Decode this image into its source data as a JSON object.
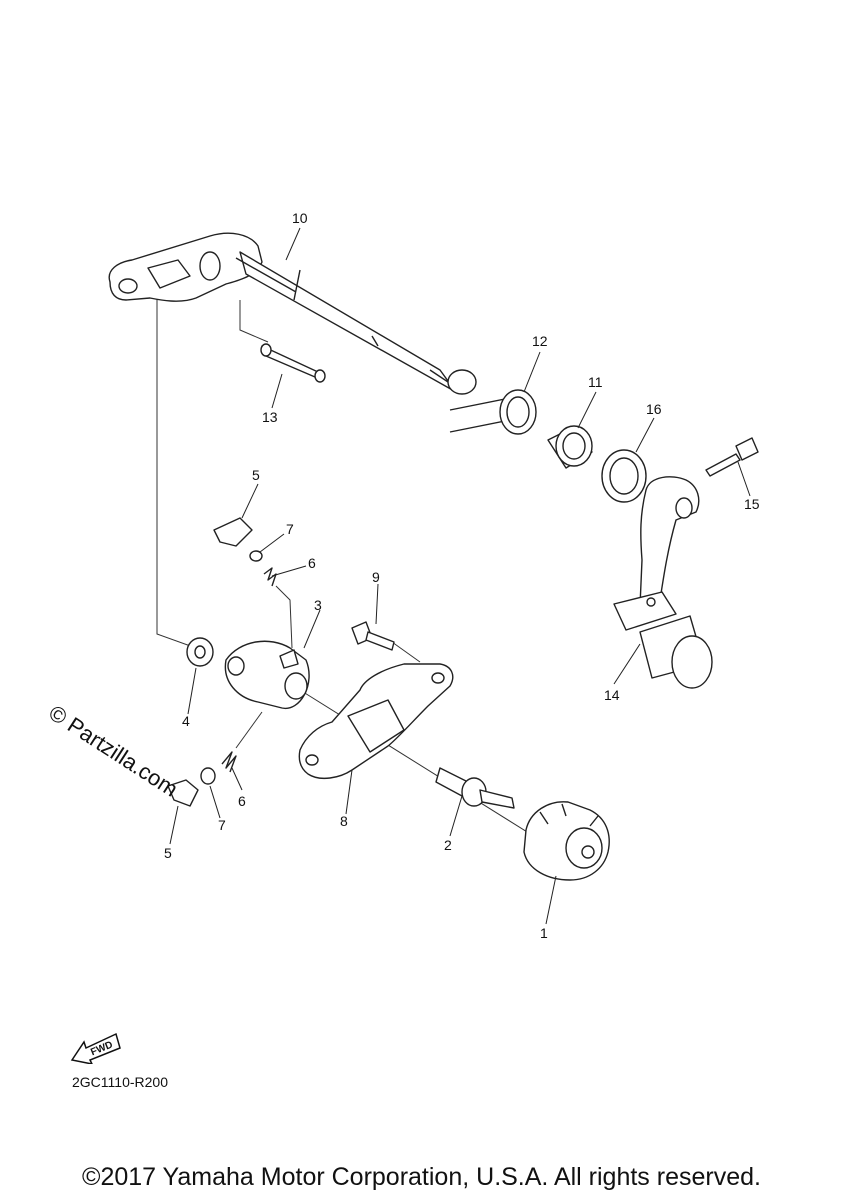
{
  "callouts": {
    "p1": "1",
    "p2": "2",
    "p3": "3",
    "p4": "4",
    "p5a": "5",
    "p5b": "5",
    "p6a": "6",
    "p6b": "6",
    "p7a": "7",
    "p7b": "7",
    "p8": "8",
    "p9": "9",
    "p10": "10",
    "p11": "11",
    "p12": "12",
    "p13": "13",
    "p14": "14",
    "p15": "15",
    "p16": "16"
  },
  "fwd_label": "FWD",
  "ref_code": "2GC1110-R200",
  "watermark": "© Partzilla.com",
  "copyright": "©2017 Yamaha Motor Corporation, U.S.A. All rights reserved."
}
